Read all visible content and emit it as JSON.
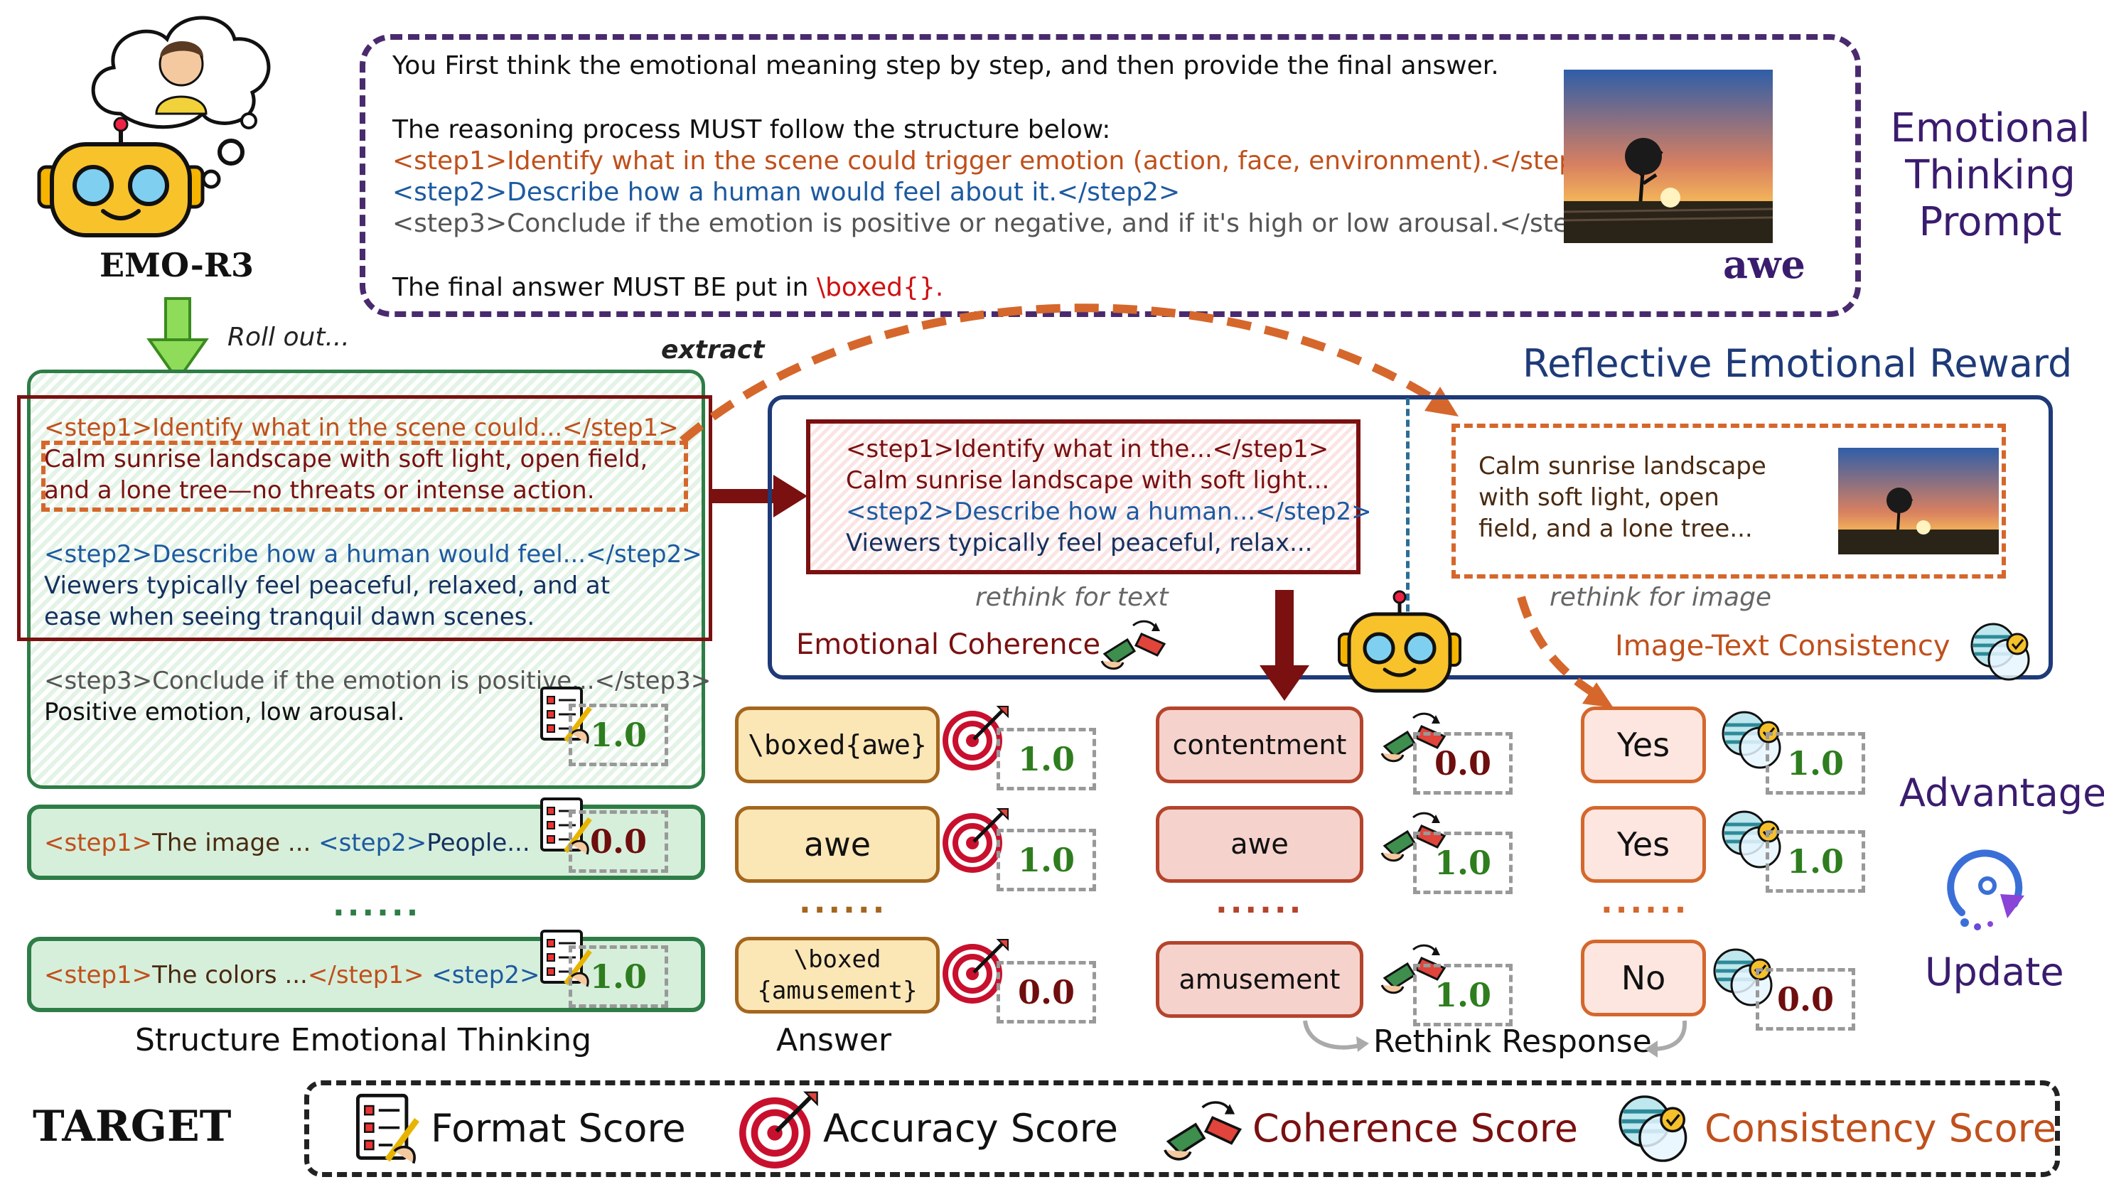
{
  "model": {
    "name": "EMO-R3"
  },
  "prompt": {
    "line1": "You First think the emotional meaning step by step, and then provide the final answer.",
    "line2": "The reasoning process MUST follow the structure below:",
    "step1": "<step1>Identify what in the scene could trigger emotion (action, face, environment).</step1>",
    "step2": "<step2>Describe how a human would feel about it.</step2>",
    "step3": "<step3>Conclude if the emotion is positive or negative, and if it's high or low arousal.</step3>",
    "final_a": "The final answer MUST BE put in ",
    "final_b": "\\boxed{}.",
    "image_label": "awe",
    "title_lines": [
      "Emotional",
      "Thinking",
      "Prompt"
    ]
  },
  "labels": {
    "roll_out": "Roll out...",
    "extract": "extract",
    "reward_title": "Reflective Emotional Reward",
    "rethink_text": "rethink for text",
    "rethink_image": "rethink for image",
    "emotional_coherence": "Emotional Coherence",
    "image_text_consistency": "Image-Text Consistency",
    "structure_caption": "Structure Emotional Thinking",
    "answer_caption": "Answer",
    "rethink_caption": "Rethink Response",
    "advantage": "Advantage",
    "update": "Update",
    "target": "TARGET",
    "dots": "......"
  },
  "thinking": {
    "step1_tag": "<step1>Identify what in the scene could...</step1>",
    "step1_text_a": "Calm sunrise landscape with soft light, open field,",
    "step1_text_b": "and a lone tree—no threats or intense action.",
    "step2_tag": "<step2>Describe how a human would feel...</step2>",
    "step2_text_a": "Viewers typically feel peaceful, relaxed, and at",
    "step2_text_b": "ease when seeing tranquil dawn scenes.",
    "step3_tag": "<step3>Conclude if the emotion is positive...</step3>",
    "step3_text": "Positive emotion, low arousal."
  },
  "reward": {
    "text_box": {
      "l1": "<step1>Identify what in the...</step1>",
      "l2": "Calm sunrise landscape with soft light...",
      "l3": "<step2>Describe how a human...</step2>",
      "l4": "Viewers typically feel peaceful, relax..."
    },
    "image_box": {
      "l1": "Calm sunrise landscape",
      "l2": "with soft light, open",
      "l3": "field, and a lone tree..."
    }
  },
  "rollouts": [
    {
      "a": "<step1>",
      "b": "The image ... ",
      "c": "<step2>",
      "d": "People...",
      "format": "0.0"
    },
    {
      "a": "<step1>",
      "b": "The colors ...",
      "c": "</step1> ",
      "d": "<step2>...",
      "format": "1.0"
    }
  ],
  "scores": {
    "first_format": "1.0",
    "answers": [
      {
        "text": "\\boxed{awe}",
        "accuracy": "1.0"
      },
      {
        "text": "awe",
        "accuracy": "1.0"
      },
      {
        "text": "\\boxed {amusement}",
        "accuracy": "0.0"
      }
    ],
    "rethink": [
      {
        "text": "contentment",
        "coherence": "0.0"
      },
      {
        "text": "awe",
        "coherence": "1.0"
      },
      {
        "text": "amusement",
        "coherence": "1.0"
      }
    ],
    "consistency": [
      {
        "text": "Yes",
        "score": "1.0"
      },
      {
        "text": "Yes",
        "score": "1.0"
      },
      {
        "text": "No",
        "score": "0.0"
      }
    ]
  },
  "legend": {
    "format": "Format Score",
    "accuracy": "Accuracy Score",
    "coherence": "Coherence Score",
    "consistency": "Consistency Score"
  },
  "colors": {
    "purple": "#4a2a6e",
    "green": "#2e7d46",
    "navy": "#1e3a78",
    "dark_red": "#7a1010",
    "orange": "#d5672c"
  }
}
